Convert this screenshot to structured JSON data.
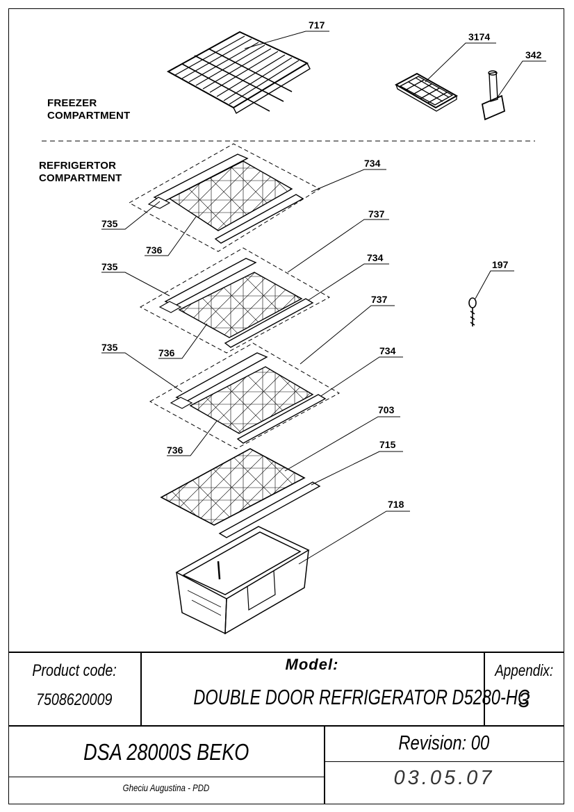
{
  "sections": {
    "freezer": [
      "FREEZER",
      "COMPARTMENT"
    ],
    "refrigerator": [
      "REFRIGERTOR",
      "COMPARTMENT"
    ]
  },
  "callouts": {
    "c717": "717",
    "c3174": "3174",
    "c342": "342",
    "c734a": "734",
    "c735a": "735",
    "c736a": "736",
    "c737a": "737",
    "c735b": "735",
    "c734b": "734",
    "c736b": "736",
    "c737b": "737",
    "c735c": "735",
    "c734c": "734",
    "c736c": "736",
    "c703": "703",
    "c715": "715",
    "c718": "718",
    "c197": "197"
  },
  "title_block": {
    "product_code_label": "Product code:",
    "product_code": "7508620009",
    "model_label": "Model:",
    "model": "DOUBLE DOOR REFRIGERATOR D5280-HC",
    "appendix_label": "Appendix:",
    "appendix": "3",
    "product_name": "DSA 28000S BEKO",
    "revision": "Revision: 00",
    "author": "Gheciu Augustina - PDD",
    "date": "03.05.07"
  }
}
